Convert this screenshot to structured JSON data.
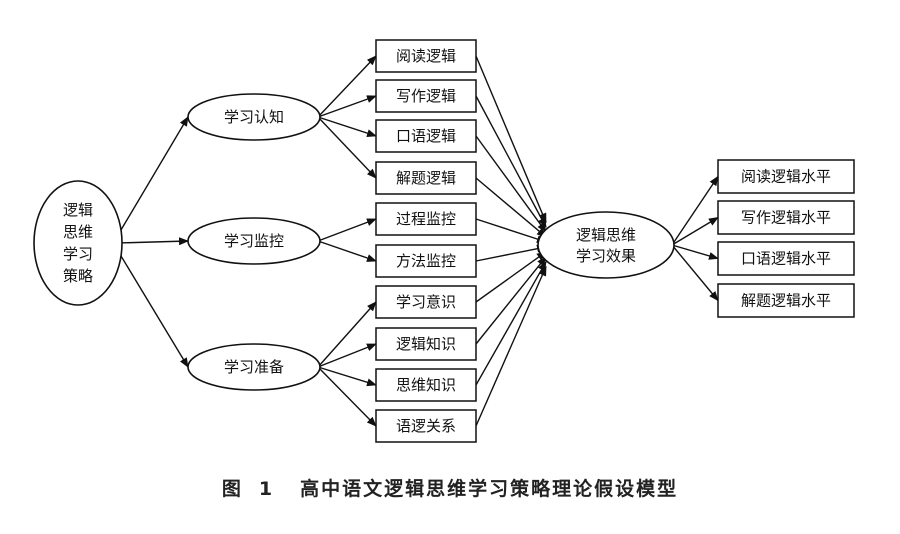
{
  "diagram": {
    "root": {
      "label_lines": [
        "逻辑",
        "思维",
        "学习",
        "策略"
      ]
    },
    "strategies": [
      {
        "label": "学习认知",
        "children": [
          "阅读逻辑",
          "写作逻辑",
          "口语逻辑",
          "解题逻辑"
        ]
      },
      {
        "label": "学习监控",
        "children": [
          "过程监控",
          "方法监控"
        ]
      },
      {
        "label": "学习准备",
        "children": [
          "学习意识",
          "逻辑知识",
          "思维知识",
          "语逻关系"
        ]
      }
    ],
    "effect": {
      "label_lines": [
        "逻辑思维",
        "学习效果"
      ]
    },
    "outcomes": [
      "阅读逻辑水平",
      "写作逻辑水平",
      "口语逻辑水平",
      "解题逻辑水平"
    ]
  },
  "caption": {
    "figure_label": "图",
    "figure_number": "1",
    "title": "高中语文逻辑思维学习策略理论假设模型"
  }
}
